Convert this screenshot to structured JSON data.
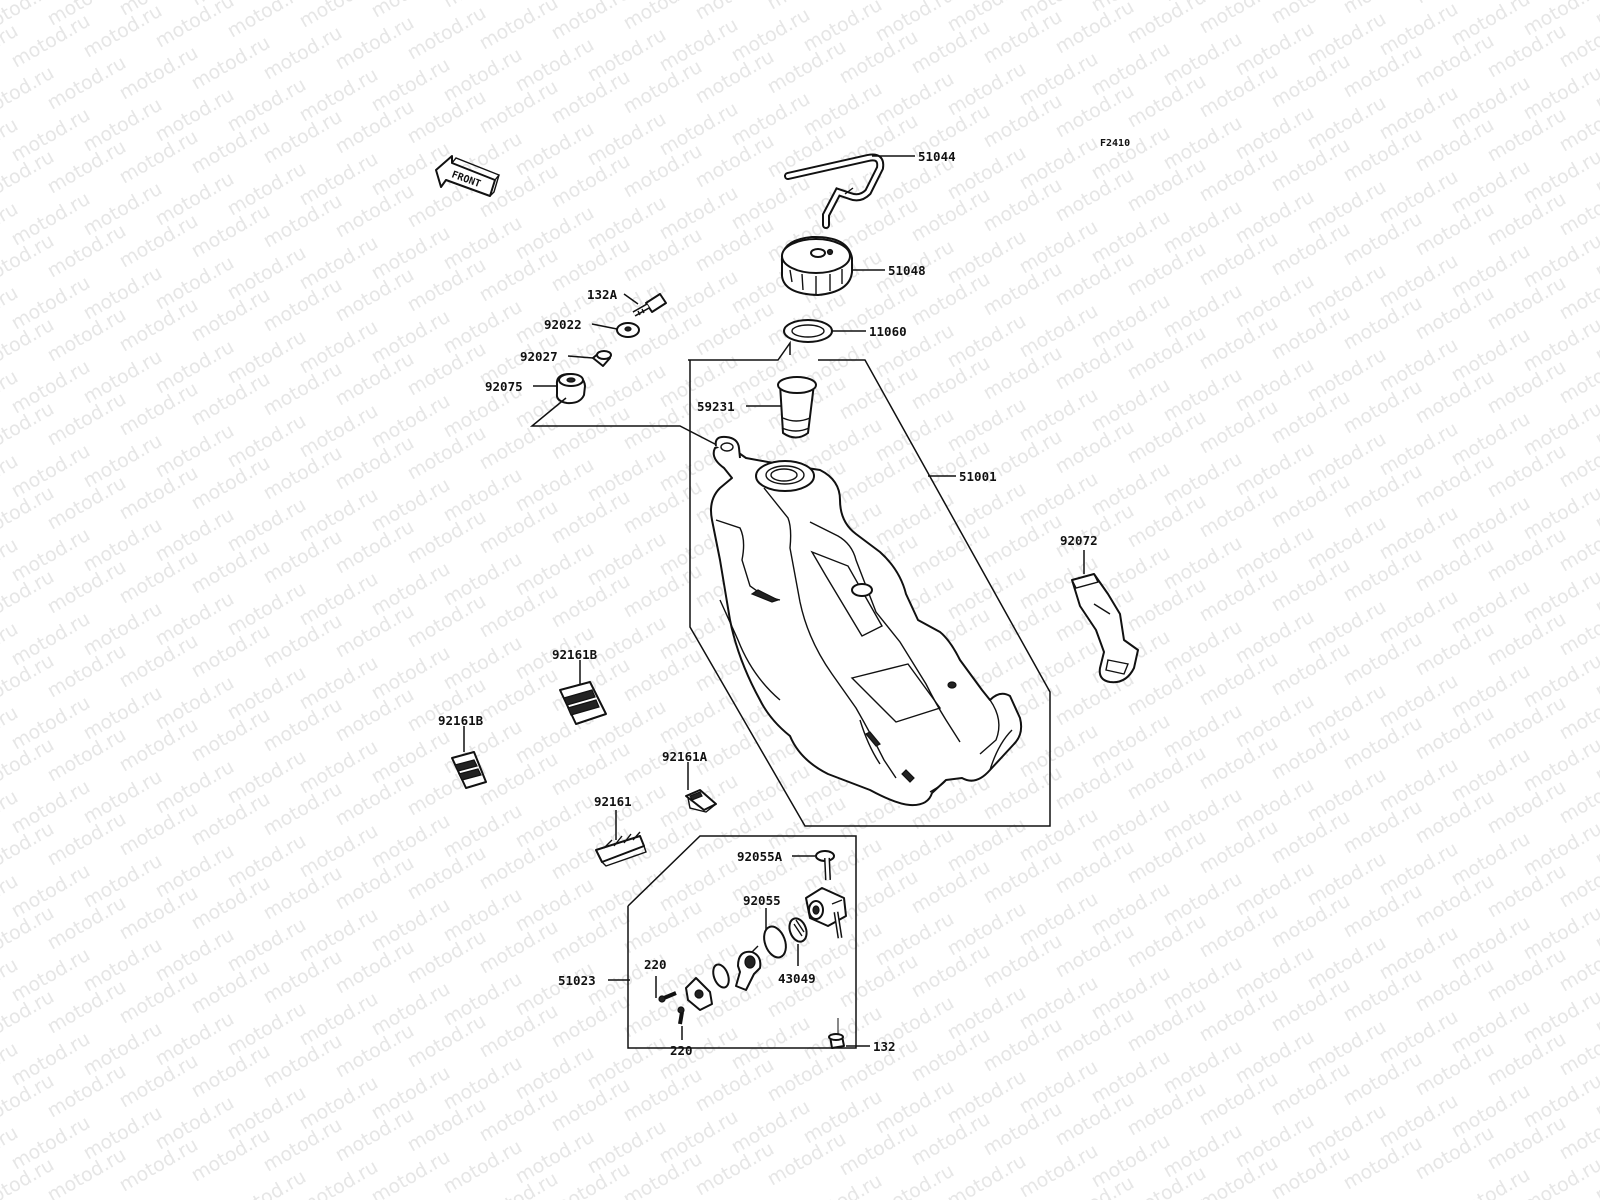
{
  "diagram": {
    "figure_code": "F2410",
    "front_label": "FRONT",
    "watermark": "motod.ru",
    "parts": [
      {
        "id": "p51044",
        "label": "51044"
      },
      {
        "id": "p51048",
        "label": "51048"
      },
      {
        "id": "p11060",
        "label": "11060"
      },
      {
        "id": "p132A",
        "label": "132A"
      },
      {
        "id": "p92022",
        "label": "92022"
      },
      {
        "id": "p92027",
        "label": "92027"
      },
      {
        "id": "p92075",
        "label": "92075"
      },
      {
        "id": "p59231",
        "label": "59231"
      },
      {
        "id": "p51001",
        "label": "51001"
      },
      {
        "id": "p92072",
        "label": "92072"
      },
      {
        "id": "p92161B_1",
        "label": "92161B"
      },
      {
        "id": "p92161B_2",
        "label": "92161B"
      },
      {
        "id": "p92161A",
        "label": "92161A"
      },
      {
        "id": "p92161",
        "label": "92161"
      },
      {
        "id": "p92055A",
        "label": "92055A"
      },
      {
        "id": "p92055",
        "label": "92055"
      },
      {
        "id": "p43049",
        "label": "43049"
      },
      {
        "id": "p51023",
        "label": "51023"
      },
      {
        "id": "p220_1",
        "label": "220"
      },
      {
        "id": "p220_2",
        "label": "220"
      },
      {
        "id": "p132",
        "label": "132"
      }
    ]
  }
}
